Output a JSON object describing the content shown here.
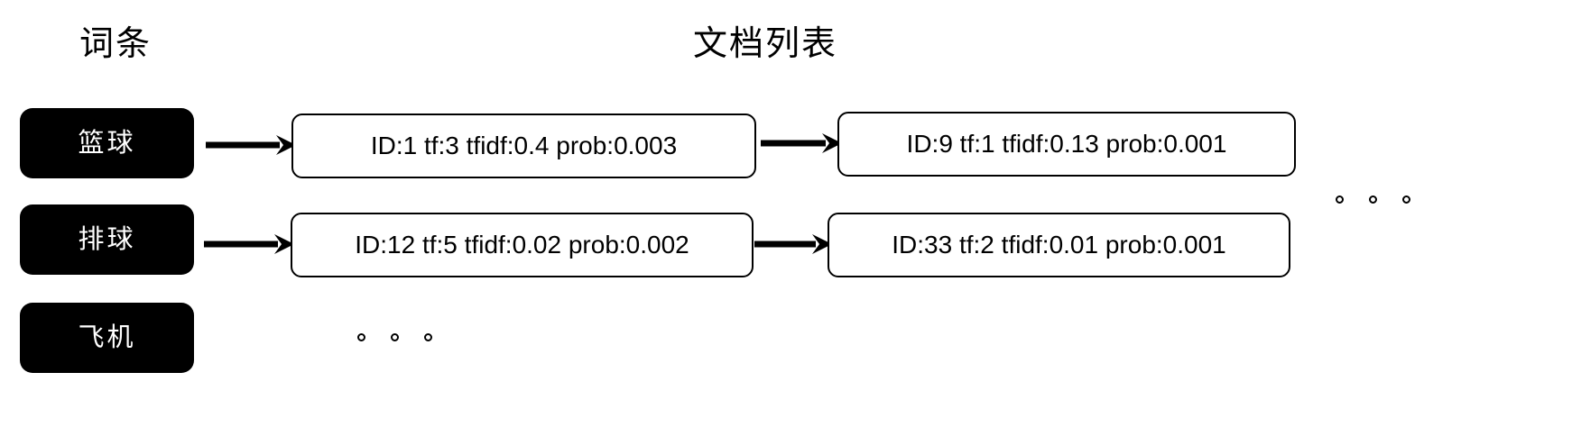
{
  "diagram": {
    "headers": {
      "terms": "词条",
      "documents": "文档列表"
    },
    "terms": [
      {
        "label": "篮球"
      },
      {
        "label": "排球"
      },
      {
        "label": "飞机"
      }
    ],
    "posting_lists": [
      {
        "term": "篮球",
        "documents": [
          {
            "text": "ID:1 tf:3 tfidf:0.4 prob:0.003",
            "id": "1",
            "tf": "3",
            "tfidf": "0.4",
            "prob": "0.003"
          },
          {
            "text": "ID:9 tf:1 tfidf:0.13 prob:0.001",
            "id": "9",
            "tf": "1",
            "tfidf": "0.13",
            "prob": "0.001"
          }
        ]
      },
      {
        "term": "排球",
        "documents": [
          {
            "text": "ID:12 tf:5 tfidf:0.02 prob:0.002",
            "id": "12",
            "tf": "5",
            "tfidf": "0.02",
            "prob": "0.002"
          },
          {
            "text": "ID:33 tf:2 tfidf:0.01 prob:0.001",
            "id": "33",
            "tf": "2",
            "tfidf": "0.01",
            "prob": "0.001"
          }
        ]
      },
      {
        "term": "飞机",
        "documents": []
      }
    ],
    "ellipses": [
      {
        "name": "continuation-right",
        "dot_count": 3
      },
      {
        "name": "continuation-bottom",
        "dot_count": 3
      }
    ],
    "arrows": [
      {
        "name": "term-to-doc",
        "from": "篮球",
        "to": "ID:1 tf:3 tfidf:0.4 prob:0.003"
      },
      {
        "name": "doc-to-doc",
        "from": "ID:1 tf:3 tfidf:0.4 prob:0.003",
        "to": "ID:9 tf:1 tfidf:0.13 prob:0.001"
      },
      {
        "name": "term-to-doc",
        "from": "排球",
        "to": "ID:12 tf:5 tfidf:0.02 prob:0.002"
      },
      {
        "name": "doc-to-doc",
        "from": "ID:12 tf:5 tfidf:0.02 prob:0.002",
        "to": "ID:33 tf:2 tfidf:0.01 prob:0.001"
      }
    ],
    "colors": {
      "term_chip_bg": "#000000",
      "term_chip_text": "#ffffff",
      "doc_box_bg": "#ffffff",
      "doc_box_border": "#000000",
      "canvas_bg": "#ffffff",
      "arrow": "#000000"
    }
  }
}
